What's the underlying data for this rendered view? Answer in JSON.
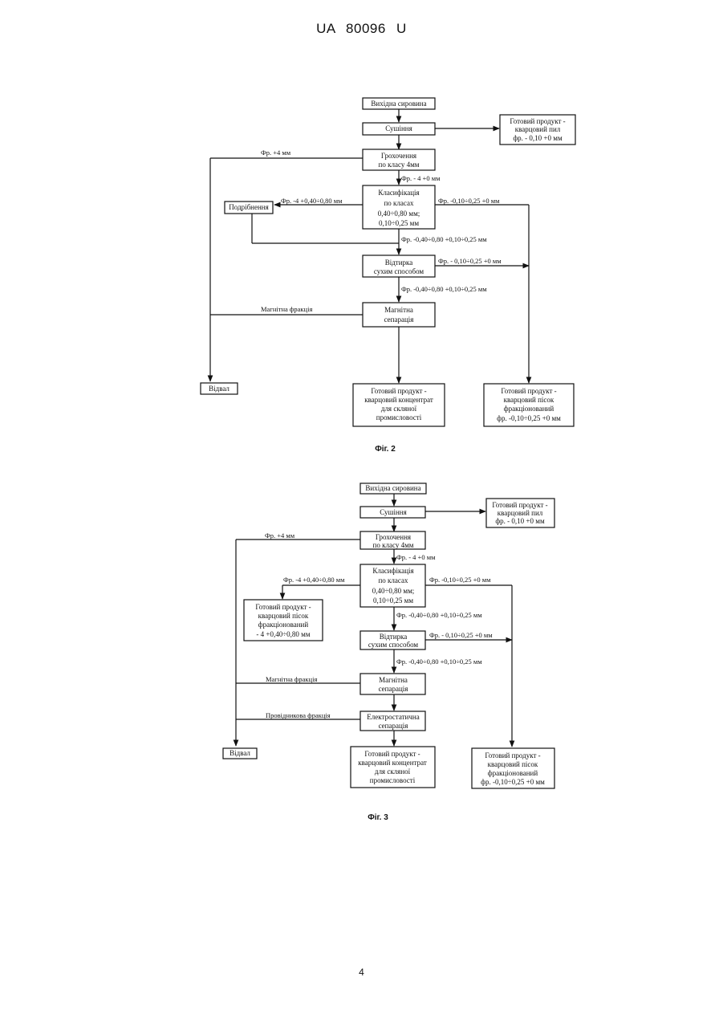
{
  "header": {
    "patent_id": "UA   80096   U"
  },
  "figure2": {
    "caption": "Фіг. 2",
    "nodes": {
      "raw": [
        "Вихідна сировина"
      ],
      "drying": [
        "Сушіння"
      ],
      "dust": [
        "Готовий продукт -",
        "кварцовий пил",
        "фр. - 0,10 +0 мм"
      ],
      "screening": [
        "Грохочення",
        "по класу 4мм"
      ],
      "classification": [
        "Класифікація",
        "по класах",
        "0,40÷0,80 мм;",
        "0,10÷0,25 мм"
      ],
      "crushing": [
        "Подрібнення"
      ],
      "scrubbing": [
        "Відтирка",
        "сухим способом"
      ],
      "magnetic": [
        "Магнітна",
        "сепарація"
      ],
      "dump": [
        "Відвал"
      ],
      "concentrate": [
        "Готовий продукт -",
        "кварцовий концентрат",
        "для скляної",
        "промисловості"
      ],
      "sand": [
        "Готовий продукт -",
        "кварцовий пісок",
        "фракціонований",
        "фр. -0,10÷0,25 +0 мм"
      ]
    },
    "labels": {
      "plus4": "Фр. +4 мм",
      "minus4": "Фр. - 4 +0 мм",
      "to_crush": "Фр. -4 +0,40÷0,80 мм",
      "fine1": "Фр. -0,10÷0,25 +0 мм",
      "mid1": "Фр. -0,40÷0,80 +0,10÷0,25 мм",
      "fine2": "Фр. - 0,10÷0,25 +0 мм",
      "mid2": "Фр. -0,40÷0,80 +0,10÷0,25 мм",
      "magnetic_fraction": "Магнітна фракція"
    }
  },
  "figure3": {
    "caption": "Фіг. 3",
    "nodes": {
      "raw": [
        "Вихідна сировина"
      ],
      "drying": [
        "Сушіння"
      ],
      "dust": [
        "Готовий продукт -",
        "кварцовий пил",
        "фр. - 0,10 +0 мм"
      ],
      "screening": [
        "Грохочення",
        "по класу 4мм"
      ],
      "classification": [
        "Класифікація",
        "по класах",
        "0,40÷0,80 мм;",
        "0,10÷0,25 мм"
      ],
      "coarse_product": [
        "Готовий продукт -",
        "кварцовий пісок",
        "фракціонований",
        "- 4 +0,40÷0,80 мм"
      ],
      "scrubbing": [
        "Відтирка",
        "сухим способом"
      ],
      "magnetic": [
        "Магнітна",
        "сепарація"
      ],
      "electrostatic": [
        "Електростатична",
        "сепарація"
      ],
      "dump": [
        "Відвал"
      ],
      "concentrate": [
        "Готовий продукт -",
        "кварцовий концентрат",
        "для скляної",
        "промисловості"
      ],
      "sand": [
        "Готовий продукт -",
        "кварцовий пісок",
        "фракціонований",
        "фр. -0,10÷0,25 +0 мм"
      ]
    },
    "labels": {
      "plus4": "Фр. +4 мм",
      "minus4": "Фр. - 4 +0 мм",
      "coarse": "Фр. -4 +0,40÷0,80 мм",
      "fine1": "Фр. -0,10÷0,25 +0 мм",
      "mid1": "Фр. -0,40÷0,80 +0,10÷0,25 мм",
      "fine2": "Фр. - 0,10÷0,25 +0 мм",
      "mid2": "Фр. -0,40÷0,80 +0,10÷0,25 мм",
      "magnetic_fraction": "Магнітна фракція",
      "conductive_fraction": "Провідникова фракція"
    }
  },
  "footer": {
    "page_number": "4"
  }
}
